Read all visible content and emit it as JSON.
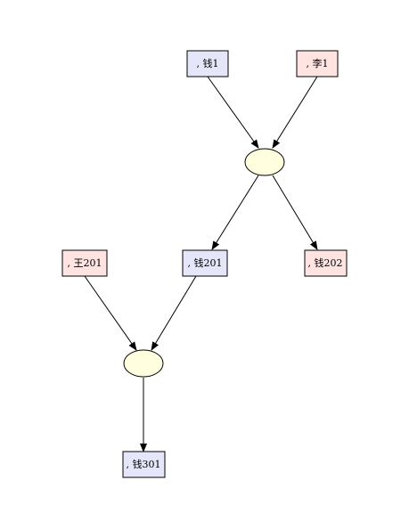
{
  "colors": {
    "male_fill": "#e6e6fa",
    "female_fill": "#ffe4e1",
    "family_fill": "#ffffe0",
    "stroke": "#000000"
  },
  "people": {
    "qian1": {
      "label": ", 钱1",
      "gender": "male"
    },
    "li1": {
      "label": ", 李1",
      "gender": "female"
    },
    "wang201": {
      "label": ", 王201",
      "gender": "female"
    },
    "qian201": {
      "label": ", 钱201",
      "gender": "male"
    },
    "qian202": {
      "label": ", 钱202",
      "gender": "female"
    },
    "qian301": {
      "label": ", 钱301",
      "gender": "male"
    }
  },
  "families": [
    "family-1",
    "family-2"
  ],
  "edges": [
    {
      "from": "qian1",
      "to": "family-1"
    },
    {
      "from": "li1",
      "to": "family-1"
    },
    {
      "from": "family-1",
      "to": "qian201"
    },
    {
      "from": "family-1",
      "to": "qian202"
    },
    {
      "from": "wang201",
      "to": "family-2"
    },
    {
      "from": "qian201",
      "to": "family-2"
    },
    {
      "from": "family-2",
      "to": "qian301"
    }
  ]
}
